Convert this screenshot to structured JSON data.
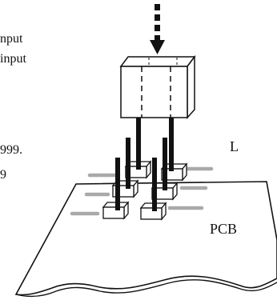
{
  "fragments": [
    "nput",
    "input",
    "999.",
    "9"
  ],
  "labels": {
    "l": "L",
    "pcb": "PCB"
  },
  "colors": {
    "ink": "#111111",
    "trace": "#a9a9a9",
    "paper": "#ffffff"
  }
}
